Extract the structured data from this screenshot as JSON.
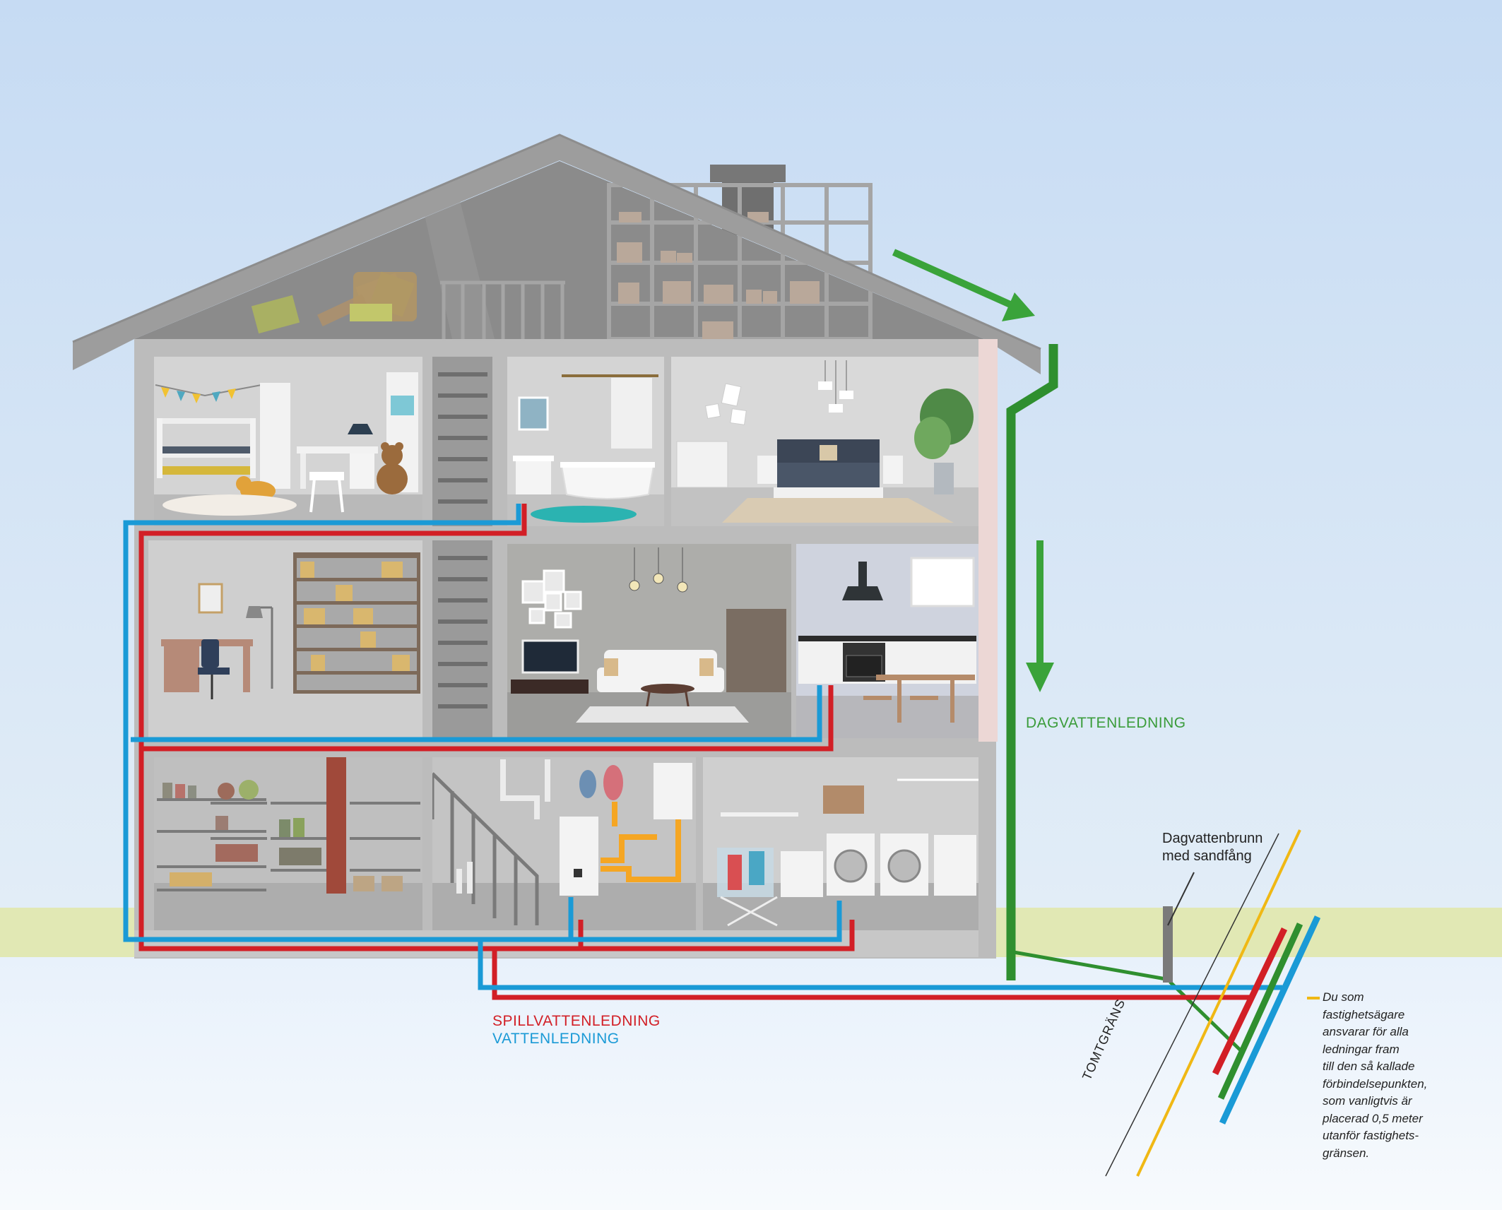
{
  "labels": {
    "stormwater_pipe": "DAGVATTENLEDNING",
    "sewage_pipe": "SPILLVATTENLEDNING",
    "water_pipe": "VATTENLEDNING",
    "storm_drain_line1": "Dagvattenbrunn",
    "storm_drain_line2": "med sandfång",
    "property_boundary": "TOMTGRÄNS"
  },
  "note": {
    "lines": [
      "Du som",
      "fastighetsägare",
      "ansvarar för alla",
      "ledningar fram",
      "till den så kallade",
      "förbindelsepunkten,",
      "som vanligtvis är",
      "placerad 0,5 meter",
      "utanför fastighets-",
      "gränsen."
    ]
  },
  "colors": {
    "sky_top": "#c9ddf3",
    "sky_bottom": "#ddeaf5",
    "grass": "#e1e8b4",
    "ground": "#eef5fc",
    "house_wall": "#bcbcbc",
    "roof": "#9e9e9e",
    "stormwater": "#2f8f2f",
    "sewage": "#d21f26",
    "water": "#1a9ad6",
    "boundary": "#f0b814"
  },
  "icons": [
    "bunk-bed-icon",
    "teddy-bear-icon",
    "dog-toy-icon",
    "desk-lamp-icon",
    "bathtub-icon",
    "sink-icon",
    "double-bed-icon",
    "plant-icon",
    "bookshelf-icon",
    "floor-lamp-icon",
    "office-chair-icon",
    "tv-icon",
    "sofa-icon",
    "pendant-lamp-icon",
    "kitchen-hood-icon",
    "oven-icon",
    "dining-table-icon",
    "pantry-shelf-icon",
    "water-heater-icon",
    "washing-machine-icon",
    "drying-rack-icon",
    "staircase-icon",
    "chimney-icon",
    "down-arrow-icon",
    "roof-arrow-icon"
  ]
}
